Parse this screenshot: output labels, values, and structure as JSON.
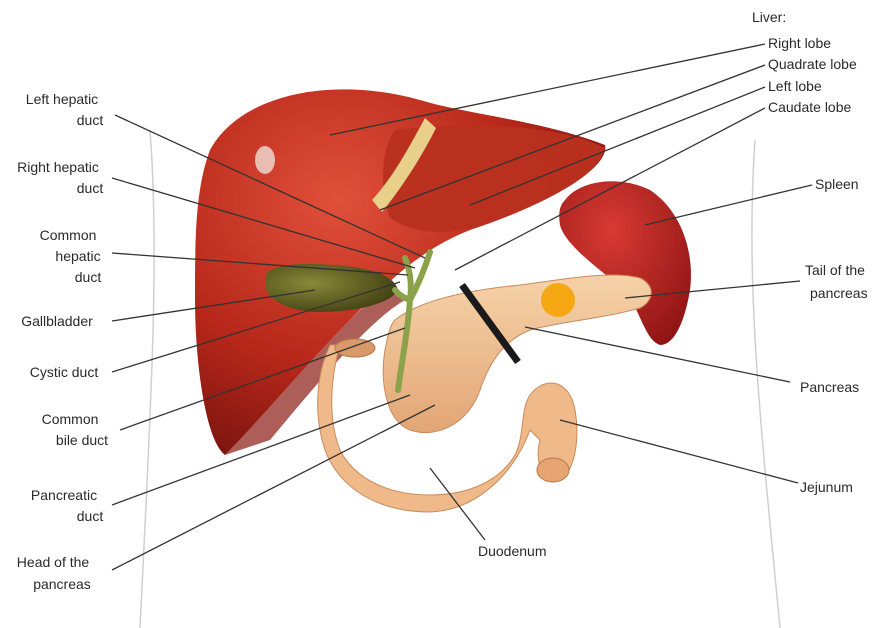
{
  "labels": {
    "liver_heading": "Liver:",
    "right_lobe": "Right lobe",
    "quadrate_lobe": "Quadrate lobe",
    "left_lobe": "Left lobe",
    "caudate_lobe": "Caudate lobe",
    "spleen": "Spleen",
    "tail_of_pancreas": [
      "Tail of the",
      "pancreas"
    ],
    "pancreas": "Pancreas",
    "jejunum": "Jejunum",
    "duodenum": "Duodenum",
    "left_hepatic_duct": [
      "Left hepatic",
      "duct"
    ],
    "right_hepatic_duct": [
      "Right hepatic",
      "duct"
    ],
    "common_hepatic_duct": [
      "Common",
      "hepatic",
      "duct"
    ],
    "gallbladder": "Gallbladder",
    "cystic_duct": "Cystic duct",
    "common_bile_duct": [
      "Common",
      "bile duct"
    ],
    "pancreatic_duct": [
      "Pancreatic",
      "duct"
    ],
    "head_of_pancreas": [
      "Head of the",
      "pancreas"
    ]
  },
  "colors": {
    "liver": "#b8281a",
    "liver_highlight": "#d9452c",
    "spleen": "#b22020",
    "pancreas": "#f0c090",
    "duodenum": "#efb98a",
    "gallbladder": "#5c5a1e",
    "ducts": "#8ba24a",
    "marker_dot": "#f5a814",
    "marker_bar": "#1a1a1a",
    "leader_line": "#333333"
  }
}
